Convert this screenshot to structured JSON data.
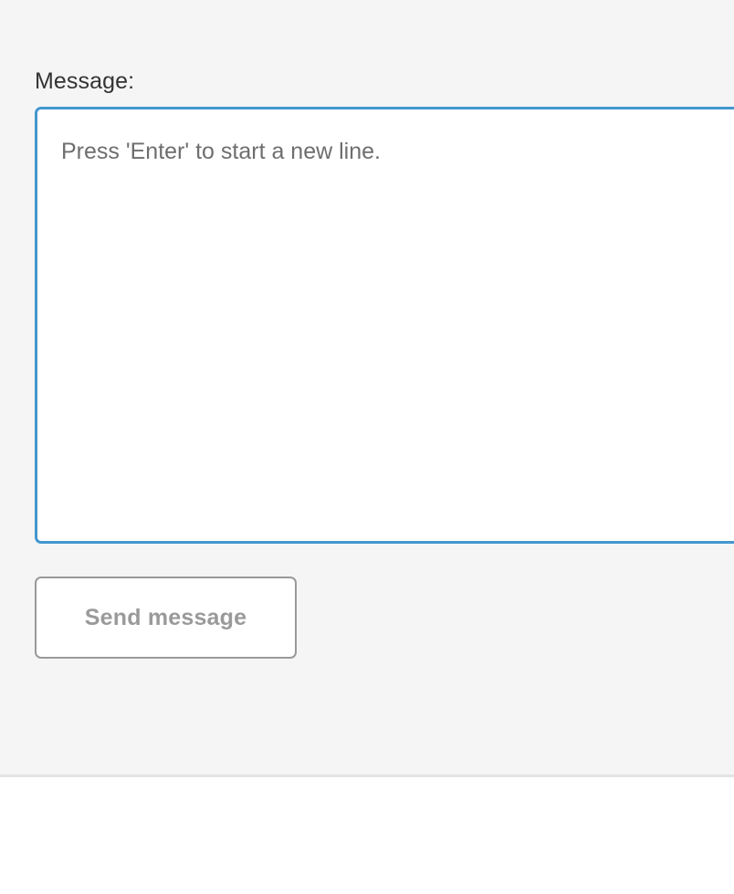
{
  "panel": {
    "background_color": "#f5f5f5",
    "divider_color": "#e4e4e4"
  },
  "form": {
    "label": "Message:",
    "message_field": {
      "name": "message",
      "value": "",
      "placeholder": "Press 'Enter' to start a new line.",
      "focused": true,
      "focus_border_color": "#4397ce",
      "text_color": "#6e6e6e"
    },
    "submit_button": {
      "label": "Send message",
      "text_color": "#9a9a9a",
      "border_color": "#999999",
      "background_color": "#ffffff"
    }
  }
}
